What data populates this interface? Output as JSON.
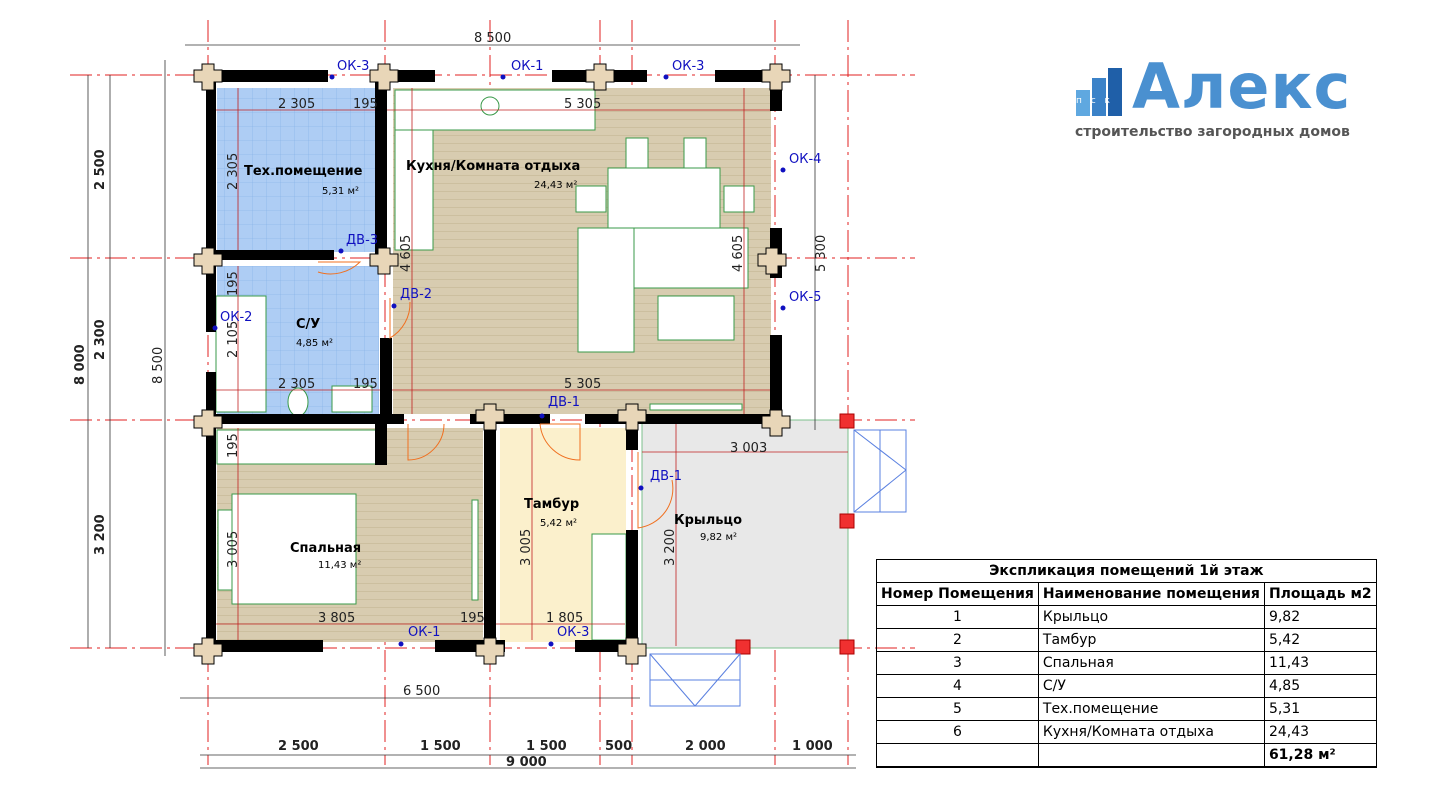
{
  "logo": {
    "prefix": "п с к",
    "name": "Алекс",
    "tagline": "строительство загородных домов",
    "brand_color": "#4a90d0"
  },
  "rooms": [
    {
      "key": "tech",
      "name": "Тех.помещение",
      "area": "5,31 м²"
    },
    {
      "key": "kitchen",
      "name": "Кухня/Комната отдыха",
      "area": "24,43 м²"
    },
    {
      "key": "bath",
      "name": "С/У",
      "area": "4,85 м²"
    },
    {
      "key": "bed",
      "name": "Спальная",
      "area": "11,43 м²"
    },
    {
      "key": "vest",
      "name": "Тамбур",
      "area": "5,42 м²"
    },
    {
      "key": "porch",
      "name": "Крыльцо",
      "area": "9,82 м²"
    }
  ],
  "labels": {
    "windows": [
      "ОК-3",
      "ОК-1",
      "ОК-3",
      "ОК-4",
      "ОК-5",
      "ОК-2",
      "ОК-1",
      "ОК-3"
    ],
    "doors": [
      "ДВ-3",
      "ДВ-2",
      "ДВ-1",
      "ДВ-1"
    ]
  },
  "dims": {
    "top": "8 500",
    "bottom_total": "9 000",
    "bottom_house": "6 500",
    "bottom_parts": [
      "2 500",
      "1 500",
      "1 500",
      "500",
      "2 000",
      "1 000"
    ],
    "left_total": "8 000",
    "left_house": "8 500",
    "left_parts": [
      "2 500",
      "2 300",
      "3 200"
    ],
    "right_kitchen": "5 300",
    "inner": [
      "2 305",
      "195",
      "5 305",
      "2 305",
      "4 605",
      "4 605",
      "195",
      "2 105",
      "2 305",
      "195",
      "5 305",
      "195",
      "3 005",
      "3 805",
      "195",
      "3 005",
      "1 805",
      "3 200",
      "3 003"
    ]
  },
  "table": {
    "title": "Экспликация помещений 1й этаж",
    "headers": [
      "Номер Помещения",
      "Наименование помещения",
      "Площадь м2"
    ],
    "rows": [
      [
        "1",
        "Крыльцо",
        "9,82"
      ],
      [
        "2",
        "Тамбур",
        "5,42"
      ],
      [
        "3",
        "Спальная",
        "11,43"
      ],
      [
        "4",
        "С/У",
        "4,85"
      ],
      [
        "5",
        "Тех.помещение",
        "5,31"
      ],
      [
        "6",
        "Кухня/Комната отдыха",
        "24,43"
      ]
    ],
    "total": "61,28 м²"
  },
  "colors": {
    "wall": "#000000",
    "tech": "#aecdf4",
    "wood": "#d8ccb0",
    "vest": "#fbf0cc",
    "porch": "#e8e8e8",
    "axis": "#e02020",
    "label": "#1010c0",
    "door": "#f07020"
  }
}
